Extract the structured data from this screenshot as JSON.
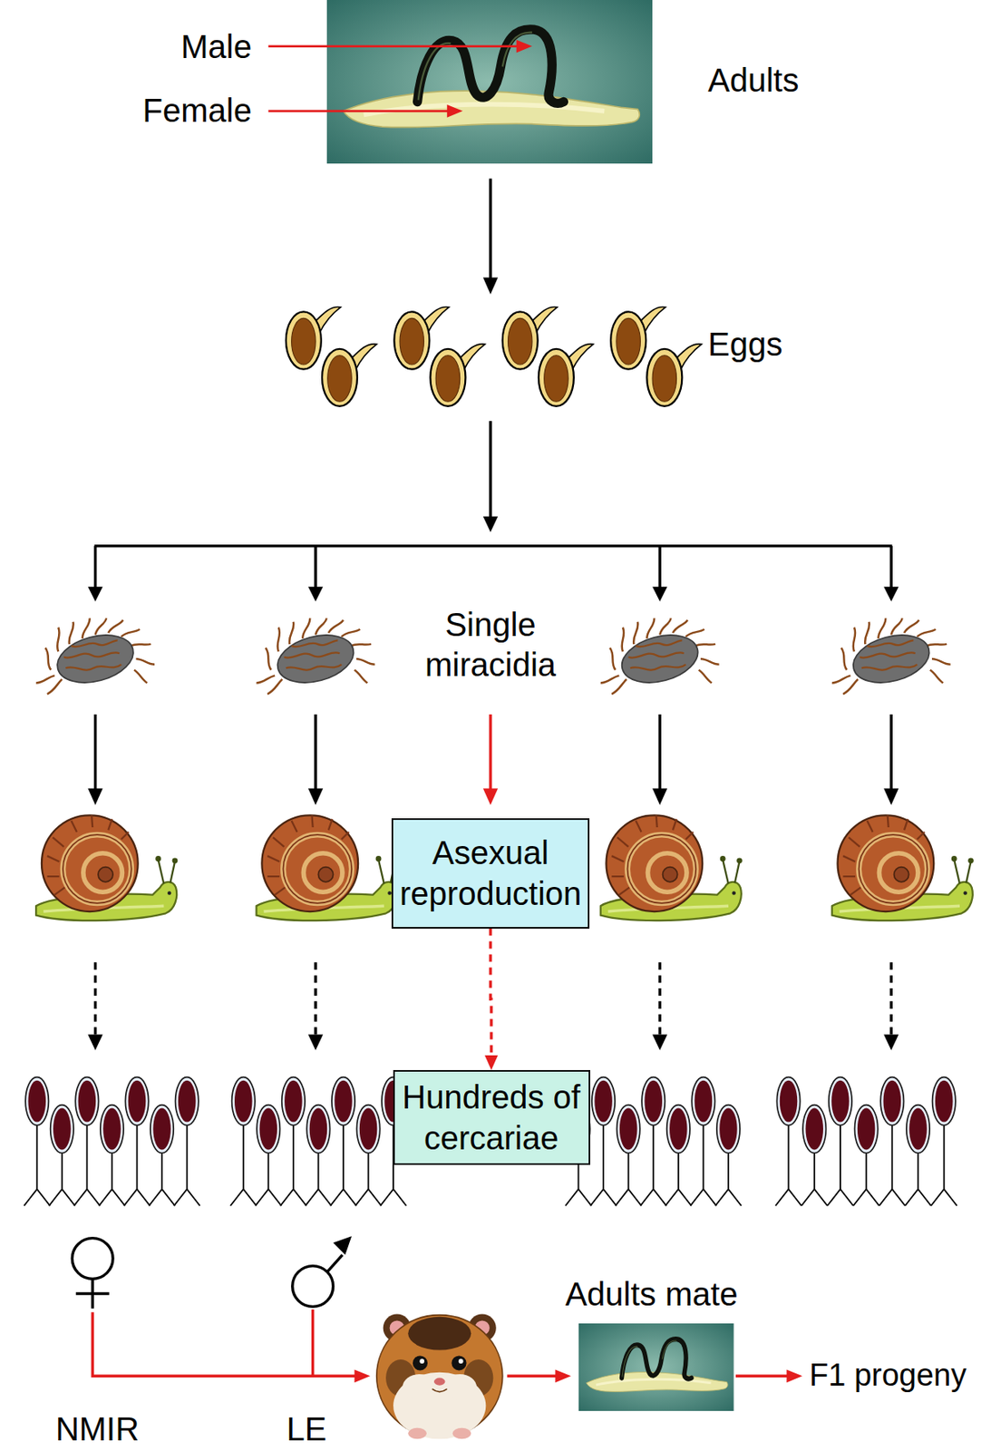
{
  "diagram": {
    "nodes": [
      {
        "text": [
          "Asexual reproduction"
        ]
      },
      {
        "text": [
          "Hundreds of cercariae"
        ]
      }
    ],
    "edges": [
      {
        "from": 0,
        "to": 1,
        "arrow": "to"
      }
    ],
    "labels": [
      "Male",
      "Female",
      "Adults",
      "Eggs",
      "Single miracidia",
      "Adults mate",
      "F1 progeny",
      "NMIR",
      "LE"
    ]
  }
}
